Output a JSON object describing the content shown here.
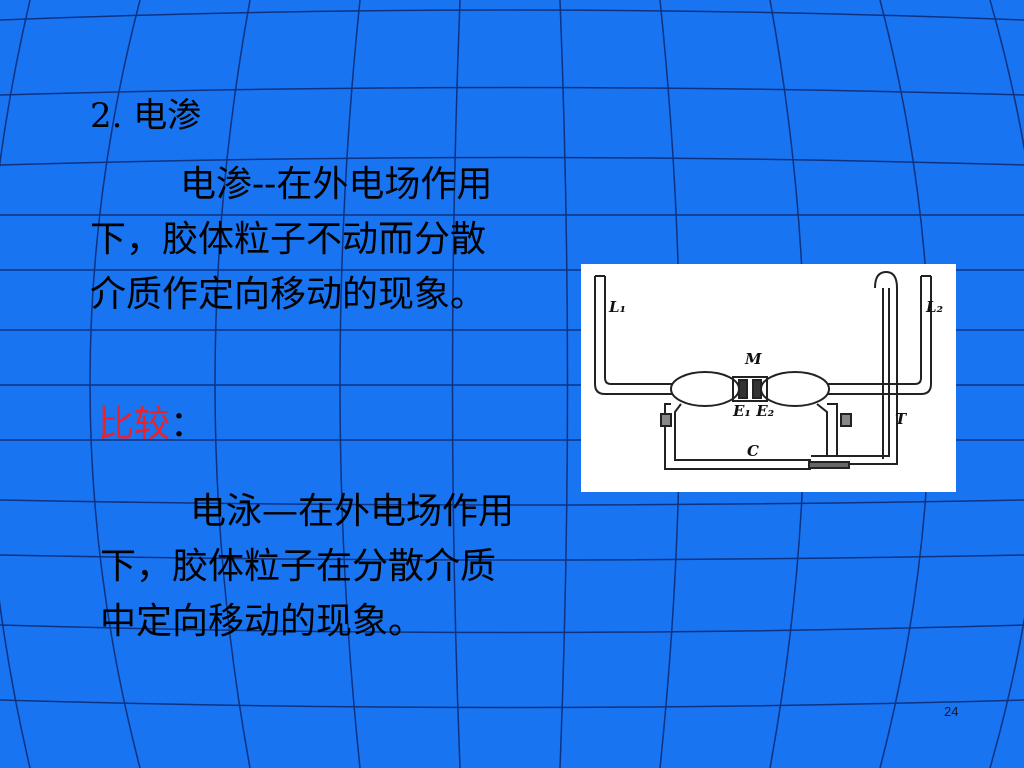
{
  "slide": {
    "heading": "2. 电渗",
    "paragraph1": "电渗--在外电场作用下，胶体粒子不动而分散介质作定向移动的现象。",
    "compare_label": "比较",
    "compare_colon": "：",
    "paragraph2": "电泳—在外电场作用下，胶体粒子在分散介质中定向移动的现象。",
    "page_number": "24"
  },
  "figure": {
    "labels": {
      "L1": "L₁",
      "L2": "L₂",
      "M": "M",
      "E1E2": "E₁ E₂",
      "T": "T",
      "C": "C"
    }
  },
  "colors": {
    "background": "#1874f0",
    "grid_lines": "#0a1a5a",
    "highlight": "#e8242a"
  }
}
